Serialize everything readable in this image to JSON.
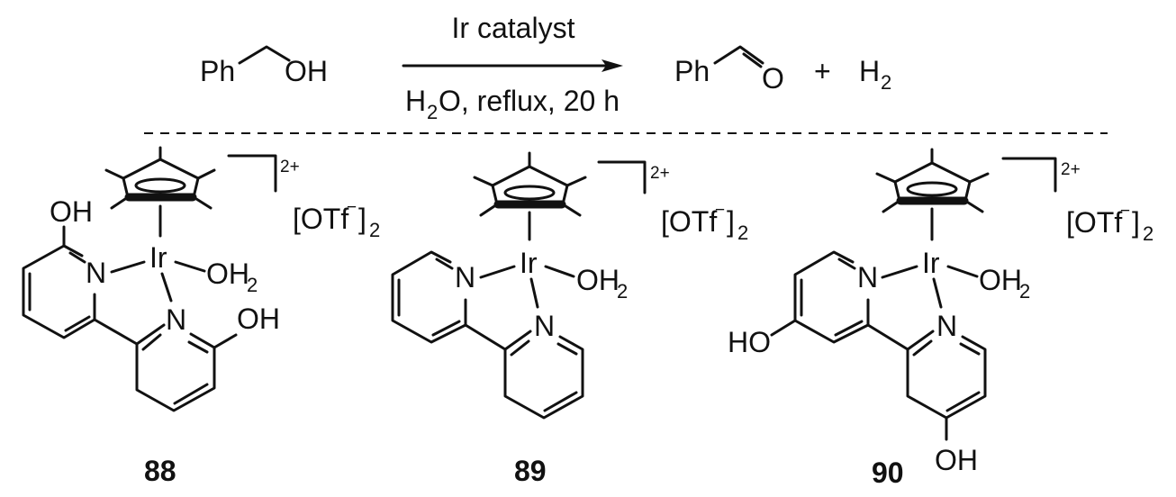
{
  "reaction": {
    "reactant_ph": "Ph",
    "reactant_oh": "OH",
    "conditions_above": "Ir catalyst",
    "conditions_below_h": "H",
    "conditions_below_2": "2",
    "conditions_below_rest": "O, reflux, 20 h",
    "product_ph": "Ph",
    "product_o": "O",
    "plus": "+",
    "h2_h": "H",
    "h2_2": "2"
  },
  "labels": {
    "charge": "2+",
    "counterion_open": "[OTf",
    "counterion_minus": "−",
    "counterion_close": "]",
    "counterion_sub": "2",
    "iridium": "Ir",
    "nitrogen": "N",
    "aqua_o": "OH",
    "aqua_sub": "2",
    "hydroxyl": "OH",
    "hydroxyl_ho": "HO"
  },
  "compounds": [
    {
      "id": "88"
    },
    {
      "id": "89"
    },
    {
      "id": "90"
    }
  ]
}
